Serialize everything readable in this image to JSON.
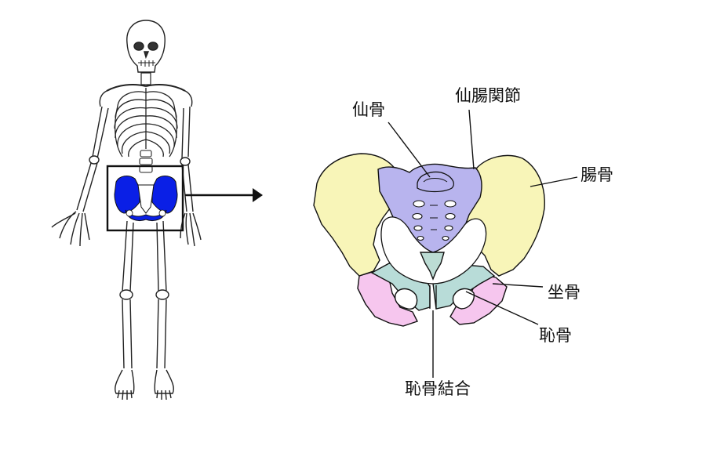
{
  "labels": {
    "sacrum": "仙骨",
    "sacroiliac_joint": "仙腸関節",
    "ilium": "腸骨",
    "ischium": "坐骨",
    "pubis": "恥骨",
    "pubic_symphysis": "恥骨結合"
  },
  "colors": {
    "ilium": "#f8f5b8",
    "sacrum": "#b8b4ee",
    "coccyx": "#bcdcd4",
    "pubis": "#b8dcd8",
    "ischium": "#f6c6ee",
    "pelvis_highlight": "#0a1fe6",
    "outline": "#111111",
    "background": "#ffffff"
  }
}
